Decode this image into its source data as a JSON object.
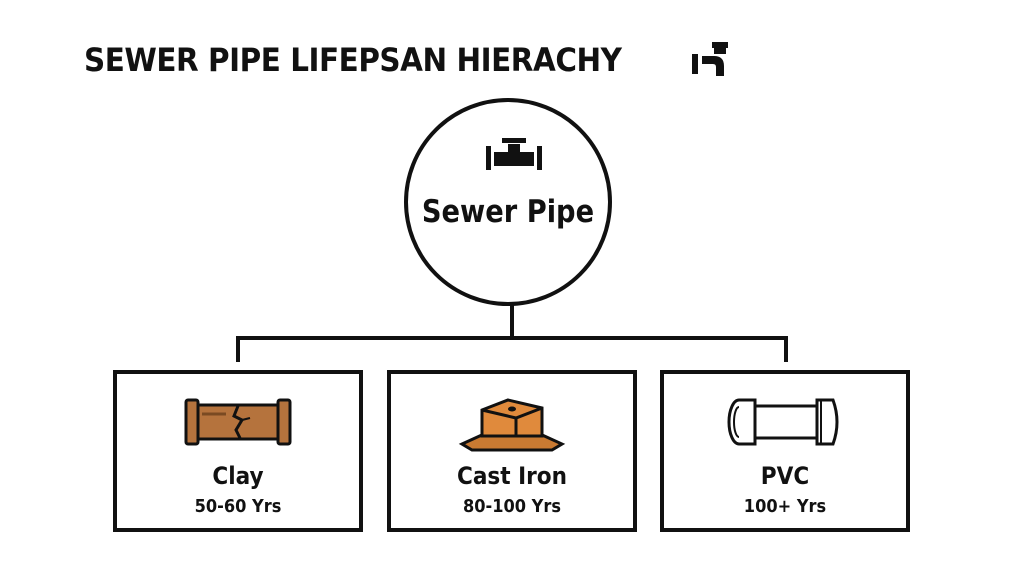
{
  "title": "SEWER PIPE LIFEPSAN HIERACHY",
  "root": {
    "label": "Sewer Pipe",
    "icon": "pipe-valve-icon"
  },
  "children": [
    {
      "name": "Clay",
      "lifespan": "50-60 Yrs",
      "icon": "cracked-clay-pipe-icon",
      "color": "#b5733d"
    },
    {
      "name": "Cast Iron",
      "lifespan": "80-100 Yrs",
      "icon": "cast-iron-fitting-icon",
      "color": "#e08a3c"
    },
    {
      "name": "PVC",
      "lifespan": "100+ Yrs",
      "icon": "pvc-pipe-icon",
      "color": "#ffffff"
    }
  ],
  "colors": {
    "line": "#111111",
    "background": "#ffffff"
  }
}
